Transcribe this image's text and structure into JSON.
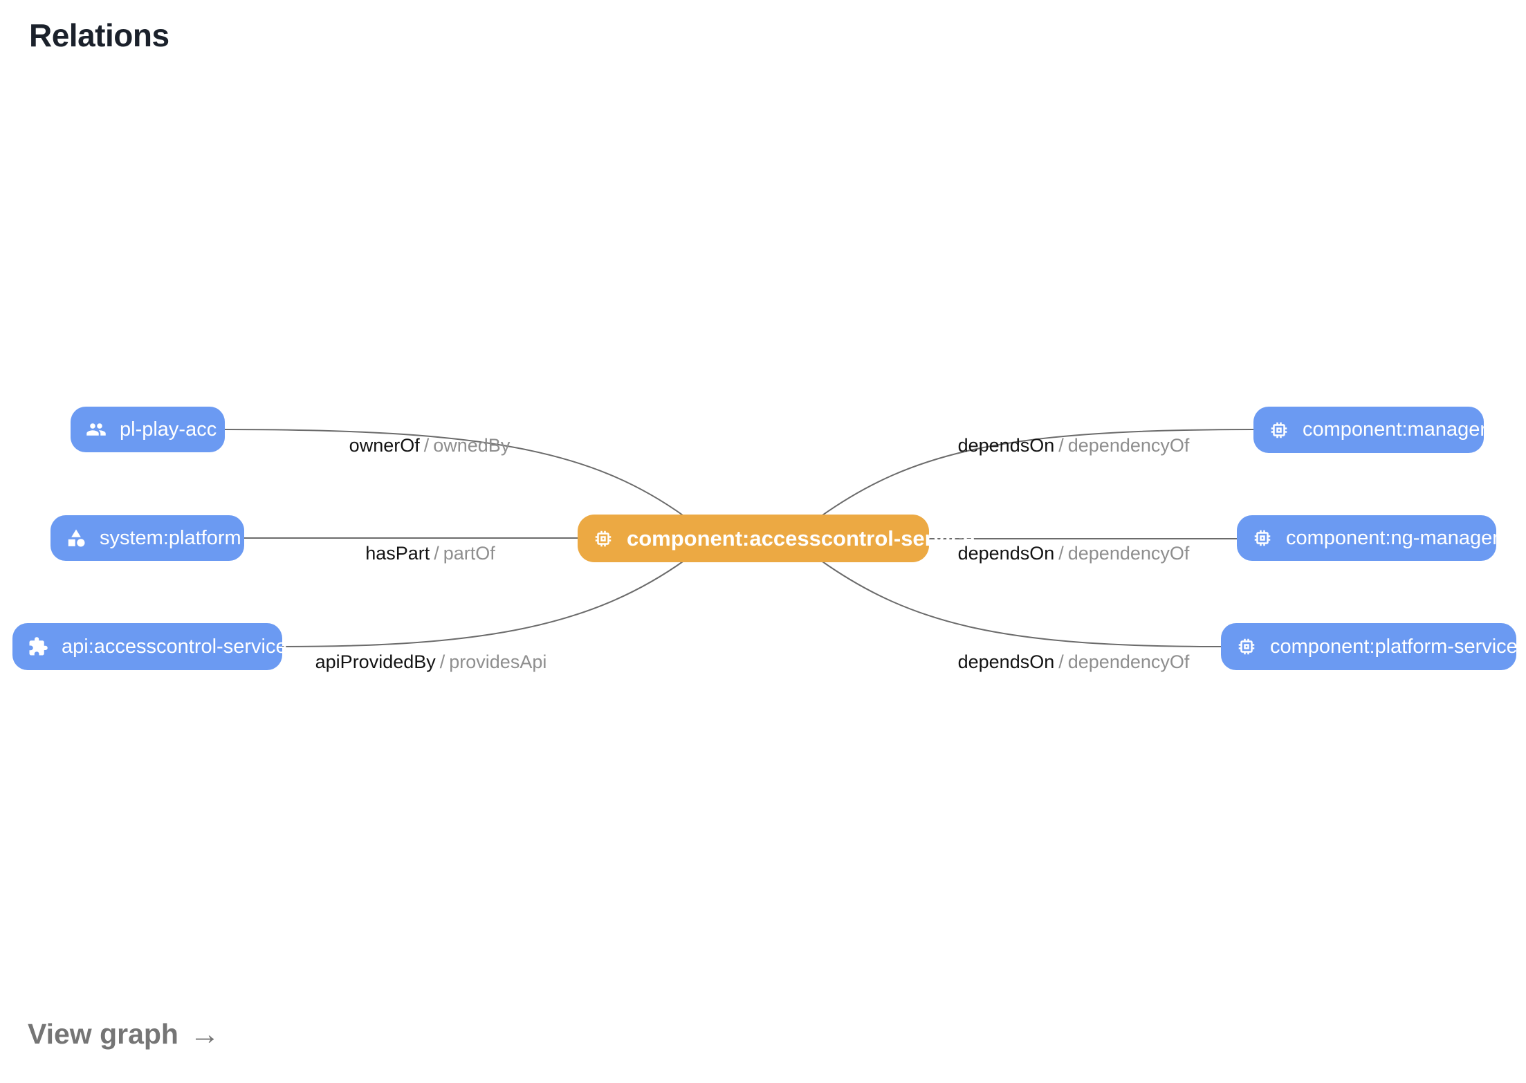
{
  "title": "Relations",
  "graph": {
    "center_node": {
      "label": "component:accesscontrol-service",
      "icon": "memory-chip-icon",
      "color": "#eca943"
    },
    "left_nodes": [
      {
        "label": "pl-play-acc",
        "icon": "group-icon",
        "color": "#6b9af2"
      },
      {
        "label": "system:platform",
        "icon": "category-shapes-icon",
        "color": "#6b9af2"
      },
      {
        "label": "api:accesscontrol-service",
        "icon": "extension-puzzle-icon",
        "color": "#6b9af2"
      }
    ],
    "right_nodes": [
      {
        "label": "component:manager",
        "icon": "memory-chip-icon",
        "color": "#6b9af2"
      },
      {
        "label": "component:ng-manager",
        "icon": "memory-chip-icon",
        "color": "#6b9af2"
      },
      {
        "label": "component:platform-service",
        "icon": "memory-chip-icon",
        "color": "#6b9af2"
      }
    ],
    "edge_labels": [
      {
        "primary": "ownerOf",
        "separator": "/",
        "secondary": "ownedBy"
      },
      {
        "primary": "hasPart",
        "separator": "/",
        "secondary": "partOf"
      },
      {
        "primary": "apiProvidedBy",
        "separator": "/",
        "secondary": "providesApi"
      },
      {
        "primary": "dependsOn",
        "separator": "/",
        "secondary": "dependencyOf"
      },
      {
        "primary": "dependsOn",
        "separator": "/",
        "secondary": "dependencyOf"
      },
      {
        "primary": "dependsOn",
        "separator": "/",
        "secondary": "dependencyOf"
      }
    ]
  },
  "footer": {
    "view_graph_label": "View graph",
    "arrow": "→"
  },
  "colors": {
    "node_blue": "#6b9af2",
    "node_orange": "#eca943",
    "edge_line": "#6b6b6b",
    "label_primary": "#121212",
    "label_secondary": "#8e8e8e",
    "title_text": "#1b212b",
    "view_graph_text": "#757575"
  }
}
